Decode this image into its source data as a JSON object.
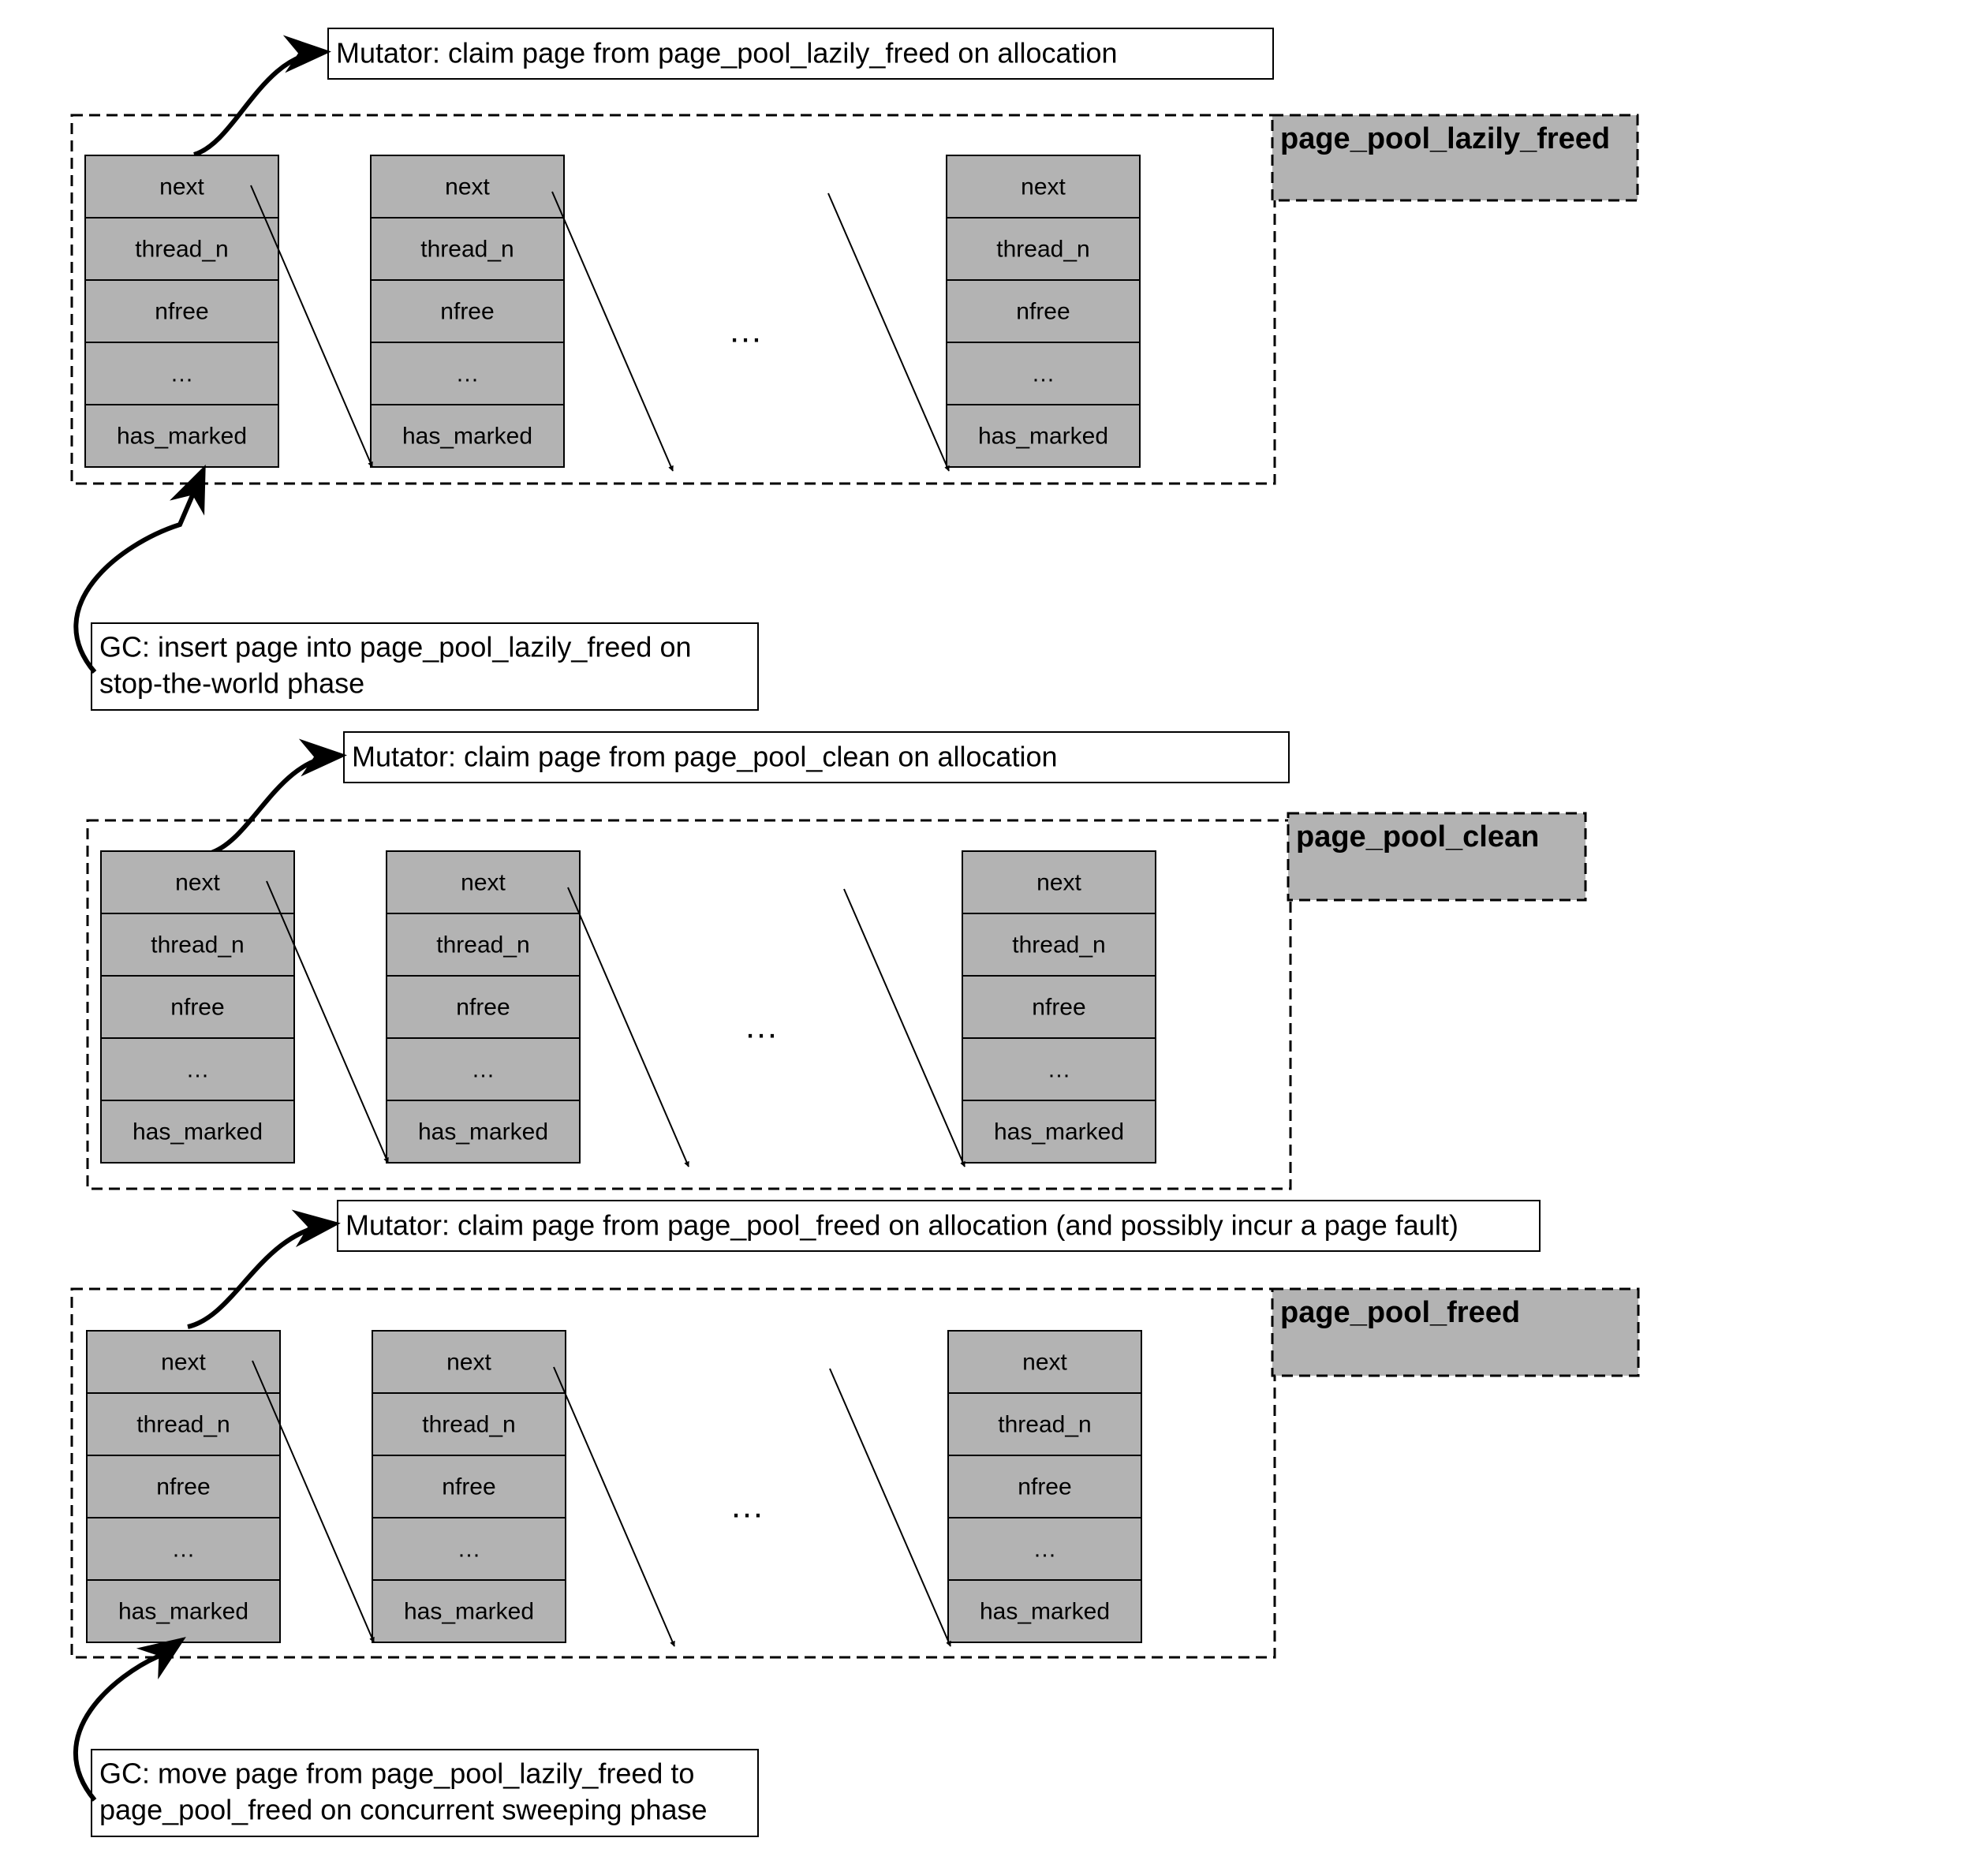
{
  "cell_fields": [
    "next",
    "thread_n",
    "nfree",
    "…",
    "has_marked"
  ],
  "ellipsis": "…",
  "pools": [
    {
      "label": "page_pool_lazily_freed",
      "mutator_note": "Mutator: claim page from page_pool_lazily_freed on allocation",
      "gc_note": [
        "GC: insert page into page_pool_lazily_freed on",
        "stop-the-world phase"
      ]
    },
    {
      "label": "page_pool_clean",
      "mutator_note": "Mutator: claim page from page_pool_clean on allocation",
      "gc_note": []
    },
    {
      "label": "page_pool_freed",
      "mutator_note": "Mutator: claim page from page_pool_freed on allocation (and possibly incur a page fault)",
      "gc_note": [
        "GC: move page from page_pool_lazily_freed to",
        "page_pool_freed on concurrent sweeping phase"
      ]
    }
  ],
  "colors": {
    "cell_fill": "#b3b3b3",
    "stroke": "#000000",
    "background": "#ffffff"
  }
}
